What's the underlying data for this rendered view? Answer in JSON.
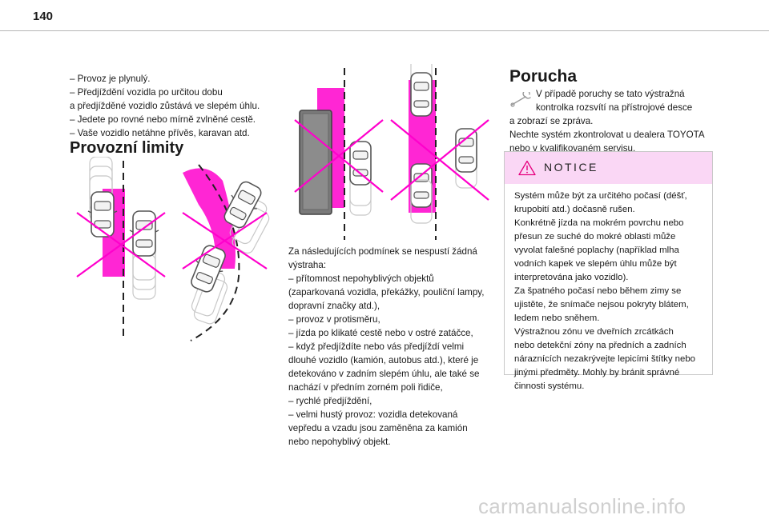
{
  "page": {
    "number": "140"
  },
  "column1": {
    "lines": [
      "–  Provoz je plynulý.",
      "–  Předjíždění vozidla po určitou dobu",
      "a předjížděné vozidlo zůstává ve slepém úhlu.",
      "–  Jedete po rovné nebo mírně zvlněné cestě.",
      "–  Vaše vozidlo netáhne přívěs, karavan atd."
    ],
    "heading": "Provozní limity"
  },
  "column2": {
    "lines": [
      "Za následujících podmínek se nespustí žádná",
      "výstraha:",
      "–  přítomnost nepohyblivých objektů",
      "(zaparkovaná vozidla, překážky, pouliční lampy,",
      "dopravní značky atd.),",
      "–  provoz v protisměru,",
      "–  jízda po klikaté cestě nebo v ostré zatáčce,",
      "–  když předjíždíte nebo vás předjíždí velmi",
      "dlouhé vozidlo (kamión, autobus atd.), které je",
      "detekováno v zadním slepém úhlu, ale také se",
      "nachází v předním zorném poli řidiče,",
      "–  rychlé předjíždění,",
      "–  velmi hustý provoz: vozidla detekovaná",
      "vepředu a vzadu jsou zaměněna za kamión",
      "nebo nepohyblivý objekt."
    ]
  },
  "fault": {
    "heading": "Porucha",
    "icon": "wrench-icon",
    "indented_lines": [
      "V případě poruchy se tato výstražná",
      "kontrolka rozsvítí na přístrojové desce"
    ],
    "lines": [
      "a zobrazí se zpráva.",
      "Nechte systém zkontrolovat u dealera TOYOTA",
      "nebo v kvalifikovaném servisu."
    ]
  },
  "notice": {
    "title": "NOTICE",
    "icon": "warning-triangle-icon",
    "lines": [
      "Systém může být za určitého počasí (déšť,",
      "krupobití atd.) dočasně rušen.",
      "Konkrétně jízda na mokrém povrchu nebo",
      "přesun ze suché do mokré oblasti může",
      "vyvolat falešné poplachy (například mlha",
      "vodních kapek ve slepém úhlu může být",
      "interpretována jako vozidlo).",
      "Za špatného počasí nebo během zimy se",
      "ujistěte, že snímače nejsou pokryty blátem,",
      "ledem nebo sněhem.",
      "Výstražnou zónu ve dveřních zrcátkách",
      "nebo detekční zóny na předních a zadních",
      "náraznících nezakrývejte lepicími štítky nebo",
      "jinými předměty. Mohly by bránit správné",
      "činnosti systému."
    ]
  },
  "colors": {
    "accent_magenta": "#ff00cc",
    "notice_header": "#fad7f5",
    "watermark": "#cfcfcf"
  },
  "watermark": "carmanualsonline.info"
}
